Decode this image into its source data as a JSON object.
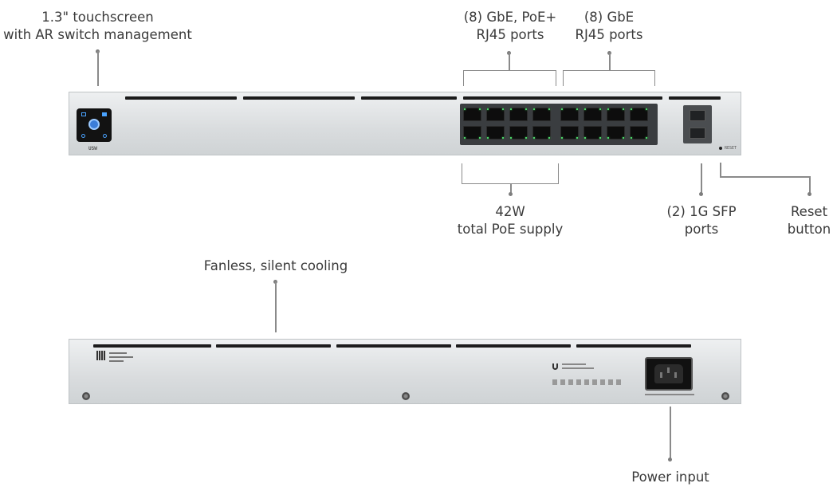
{
  "labels": {
    "touchscreen": {
      "line1": "1.3\" touchscreen",
      "line2": "with AR switch management"
    },
    "poe_ports": {
      "line1": "(8) GbE, PoE+",
      "line2": "RJ45 ports"
    },
    "gbe_ports": {
      "line1": "(8) GbE",
      "line2": "RJ45 ports"
    },
    "poe_supply": {
      "line1": "42W",
      "line2": "total PoE supply"
    },
    "sfp_ports": {
      "line1": "(2) 1G SFP",
      "line2": "ports"
    },
    "reset": {
      "line1": "Reset",
      "line2": "button"
    },
    "cooling": {
      "line1": "Fanless, silent cooling"
    },
    "power": {
      "line1": "Power input"
    }
  },
  "device": {
    "front_badge": "USW",
    "reset_text": "RESET"
  },
  "colors": {
    "chassis": "#d9dcde",
    "port_led": "#59ff7a",
    "leader_line": "#8a8a8a"
  }
}
